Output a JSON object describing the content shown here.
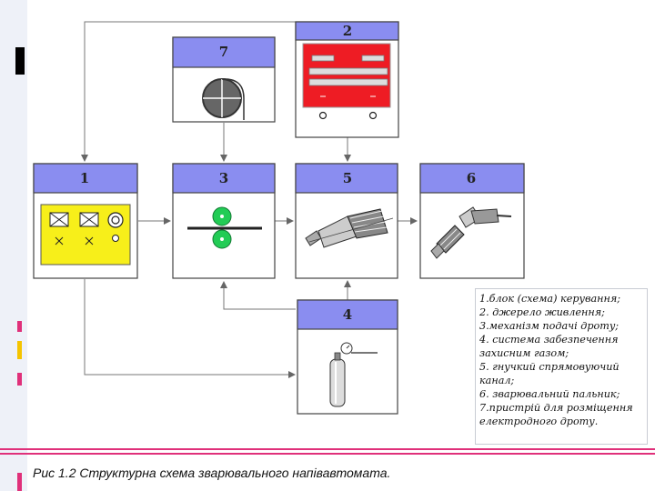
{
  "blocks": [
    {
      "id": "1",
      "label": "1"
    },
    {
      "id": "2",
      "label": "2"
    },
    {
      "id": "3",
      "label": "3"
    },
    {
      "id": "4",
      "label": "4"
    },
    {
      "id": "5",
      "label": "5"
    },
    {
      "id": "6",
      "label": "6"
    },
    {
      "id": "7",
      "label": "7"
    }
  ],
  "legend": [
    "1.блок (схема) керування;",
    "2. джерело живлення;",
    "3.механізм подачі дроту;",
    "4. система забезпечення захисним газом;",
    "5. гнучкий спрямовуючий канал;",
    "6. зварювальний пальник;",
    "7.пристрій для розміщення електродного дроту."
  ],
  "caption": "Рис 1.2 Структурна схема зварювального напівавтомата.",
  "colors": {
    "header_blue": "#8a8df0",
    "source_red": "#ee1c24",
    "control_yellow": "#f7ef1a",
    "roller_green": "#22cc55",
    "accent_pink": "#e0307a"
  }
}
